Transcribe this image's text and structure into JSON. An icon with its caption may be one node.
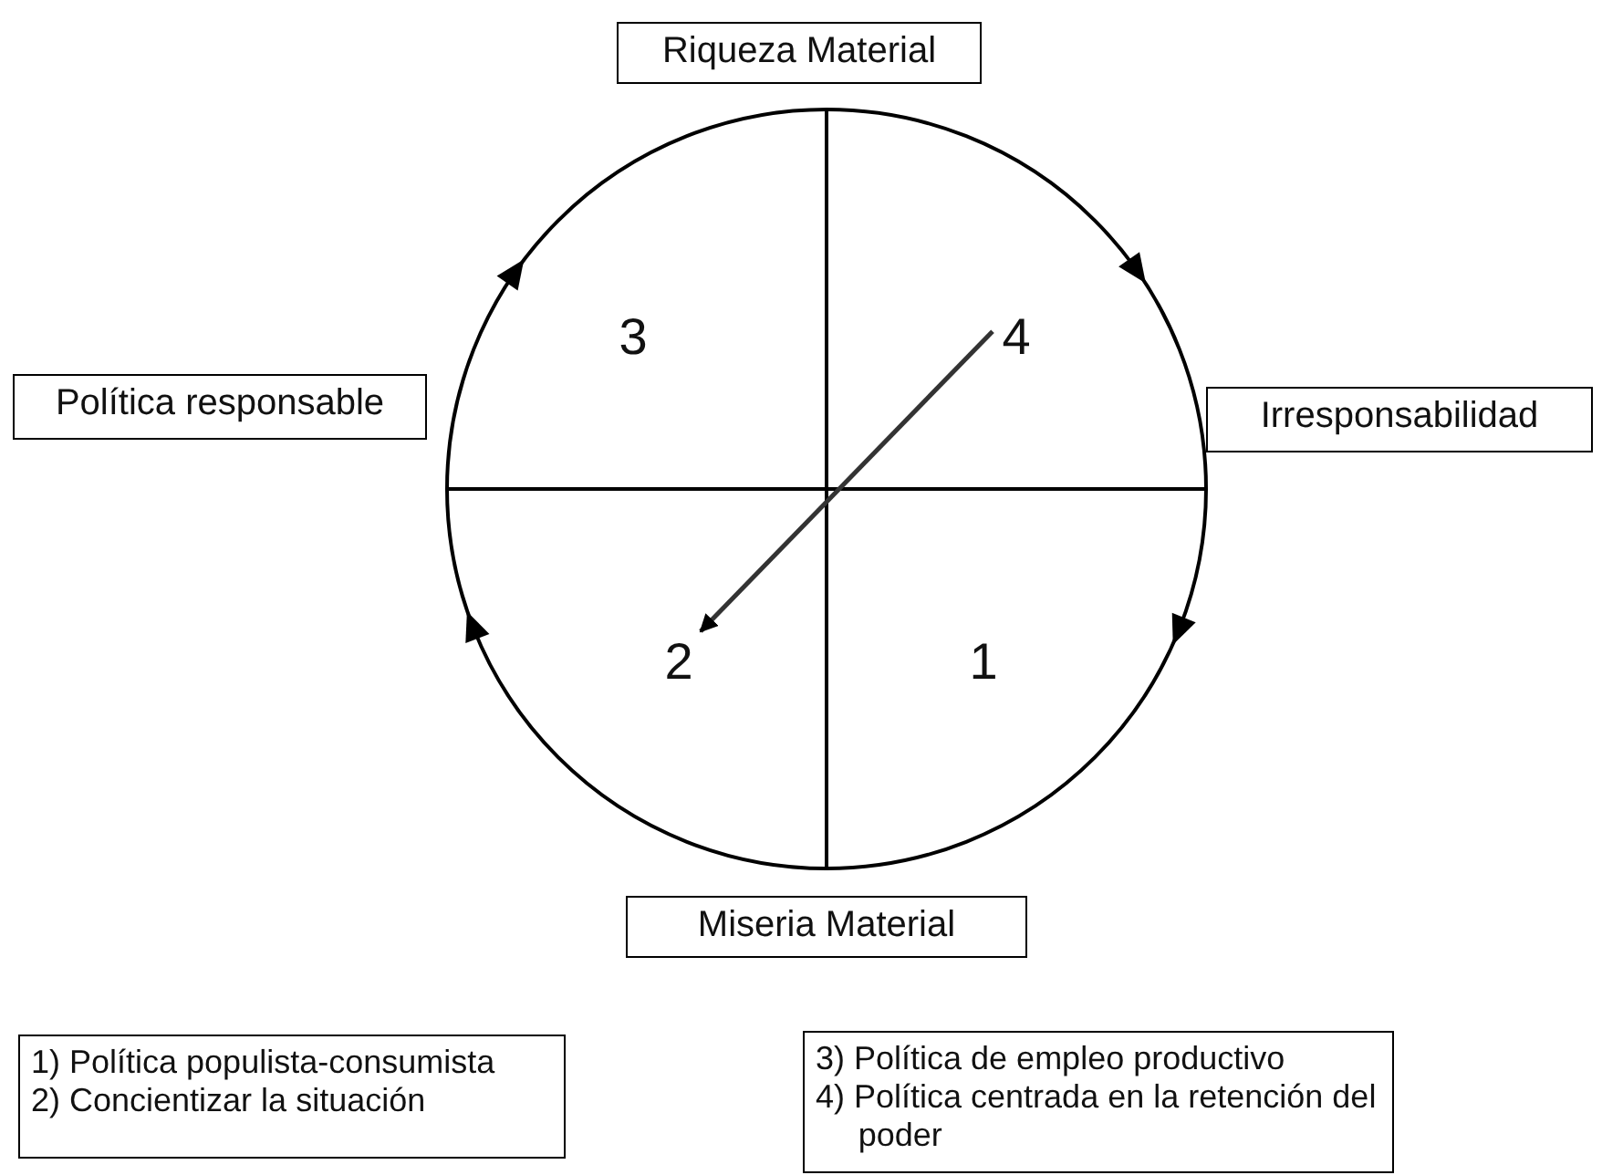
{
  "diagram": {
    "nodes": [
      {
        "text": [
          "Riqueza Material"
        ]
      },
      {
        "text": [
          "4"
        ]
      },
      {
        "text": [
          "Política responsable"
        ]
      },
      {
        "text": [
          "Irresponsabilidad"
        ]
      },
      {
        "text": [
          "2"
        ]
      },
      {
        "text": [
          "Miseria Material"
        ]
      },
      {
        "text": [
          "1)  Política populista-consumista",
          "2)  Concientizar la situación"
        ]
      },
      {
        "text": [
          "3)  Política de empleo productivo",
          "4)  Política centrada en la retención del poder"
        ]
      }
    ],
    "edges": [
      {
        "from": 1,
        "to": 4,
        "arrow": "to"
      }
    ],
    "labels": [
      "3",
      "1"
    ]
  }
}
